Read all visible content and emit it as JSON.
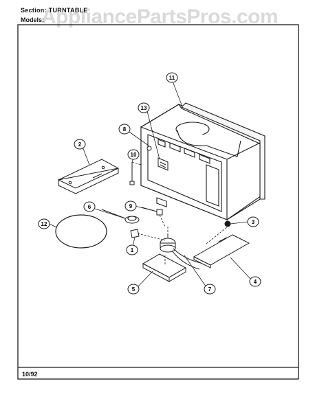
{
  "header": {
    "section_label": "Section:  TURNTABLE",
    "models_label": "Models:"
  },
  "watermark": {
    "text": "AppliancePartsPros.com"
  },
  "footer": {
    "date": "10/92"
  },
  "callouts": [
    {
      "id": "1",
      "label": "1"
    },
    {
      "id": "2",
      "label": "2"
    },
    {
      "id": "3",
      "label": "3"
    },
    {
      "id": "4",
      "label": "4"
    },
    {
      "id": "5",
      "label": "5"
    },
    {
      "id": "6",
      "label": "6"
    },
    {
      "id": "7",
      "label": "7"
    },
    {
      "id": "8",
      "label": "8"
    },
    {
      "id": "9",
      "label": "9"
    },
    {
      "id": "10",
      "label": "10"
    },
    {
      "id": "11",
      "label": "11"
    },
    {
      "id": "12",
      "label": "12"
    },
    {
      "id": "13",
      "label": "13"
    }
  ],
  "colors": {
    "ink": "#1a1a1a",
    "watermark": "#aaaaaa",
    "paper": "#ffffff"
  }
}
